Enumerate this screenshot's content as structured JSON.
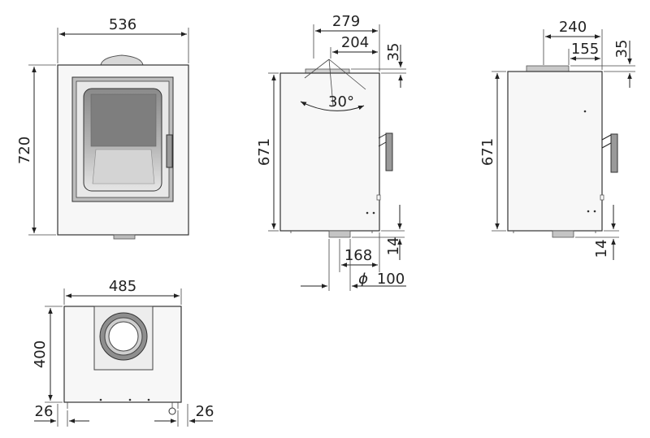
{
  "drawing": {
    "front_view": {
      "width_label": "536",
      "height_label": "720"
    },
    "side_view_left": {
      "depth_label": "279",
      "flue_offset_label": "204",
      "top_collar_label": "35",
      "height_label": "671",
      "angle_label": "30°",
      "bottom_outlet_label": "168",
      "bottom_clear_label": "14",
      "diameter_symbol": "ϕ",
      "diameter_label": "100"
    },
    "side_view_right": {
      "depth_label": "240",
      "flue_offset_label": "155",
      "top_collar_label": "35",
      "height_label": "671",
      "bottom_clear_label": "14"
    },
    "top_view": {
      "width_label": "485",
      "depth_label": "400",
      "left_margin_label": "26",
      "right_margin_label": "26"
    }
  }
}
